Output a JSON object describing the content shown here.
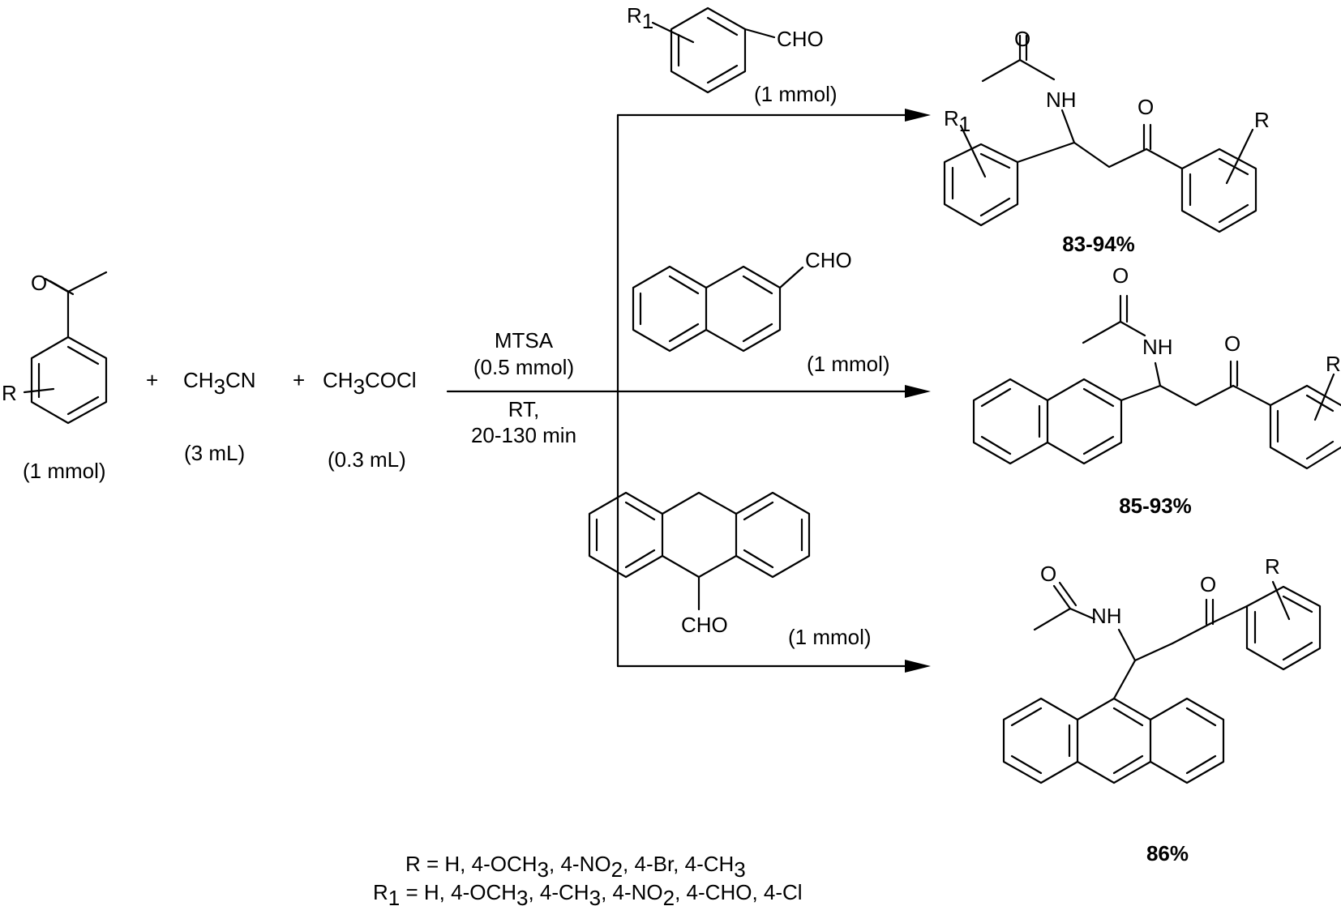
{
  "reactants": {
    "acetophenone": {
      "substituent": "R",
      "amount": "(1 mmol)"
    },
    "acetonitrile": {
      "formula_a": "CH",
      "formula_sub": "3",
      "formula_b": "CN",
      "amount": "(3 mL)"
    },
    "acetyl_chloride": {
      "formula_a": "CH",
      "formula_sub": "3",
      "formula_b": "COCl",
      "amount": "(0.3 mL)"
    },
    "plus": "+"
  },
  "conditions": {
    "catalyst": "MTSA",
    "catalyst_amount": "(0.5 mmol)",
    "temperature": "RT,",
    "time": "20-130 min"
  },
  "aldehydes": {
    "benzaldehyde": {
      "substituent": "R",
      "substituent_sub": "1",
      "group": "CHO",
      "amount": "(1 mmol)"
    },
    "naphthaldehyde": {
      "group": "CHO",
      "amount": "(1 mmol)"
    },
    "anthraldehyde": {
      "group": "CHO",
      "amount": "(1 mmol)"
    }
  },
  "products": {
    "nh": "NH",
    "o": "O",
    "r": "R",
    "r1": "R",
    "r1_sub": "1",
    "yield_1": "83-94%",
    "yield_2": "85-93%",
    "yield_3": "86%"
  },
  "footnote": {
    "r_line": [
      "R = H, 4-OCH",
      "3",
      ", 4-NO",
      "2",
      ", 4-Br, 4-CH",
      "3"
    ],
    "r1_line": [
      "R",
      "1",
      " = H, 4-OCH",
      "3",
      ", 4-CH",
      "3",
      ", 4-NO",
      "2",
      ", 4-CHO, 4-Cl"
    ]
  }
}
